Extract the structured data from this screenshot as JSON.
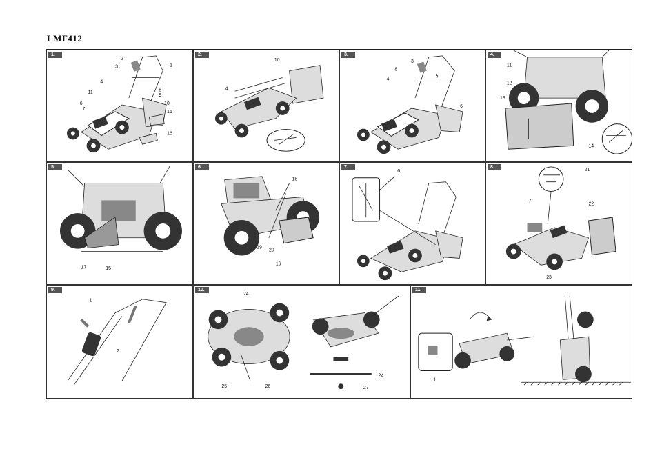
{
  "doc": {
    "model": "LMF412"
  },
  "panels": [
    {
      "id": "1.",
      "labels": [
        "1",
        "2",
        "3",
        "4",
        "11",
        "6",
        "7",
        "8",
        "9",
        "10",
        "15",
        "16"
      ]
    },
    {
      "id": "2.",
      "labels": [
        "10",
        "4"
      ]
    },
    {
      "id": "3.",
      "labels": [
        "3",
        "8",
        "5",
        "4",
        "6"
      ]
    },
    {
      "id": "4.",
      "labels": [
        "11",
        "12",
        "13",
        "14"
      ]
    },
    {
      "id": "5.",
      "labels": [
        "17",
        "15"
      ]
    },
    {
      "id": "6.",
      "labels": [
        "18",
        "19",
        "20",
        "16"
      ]
    },
    {
      "id": "7.",
      "labels": [
        "6"
      ]
    },
    {
      "id": "8.",
      "labels": [
        "21",
        "7",
        "22",
        "23"
      ]
    },
    {
      "id": "9.",
      "labels": [
        "1",
        "2"
      ]
    },
    {
      "id": "10.",
      "labels": [
        "24",
        "25",
        "26",
        "24",
        "27"
      ]
    },
    {
      "id": "11.",
      "labels": [
        "1"
      ]
    }
  ]
}
